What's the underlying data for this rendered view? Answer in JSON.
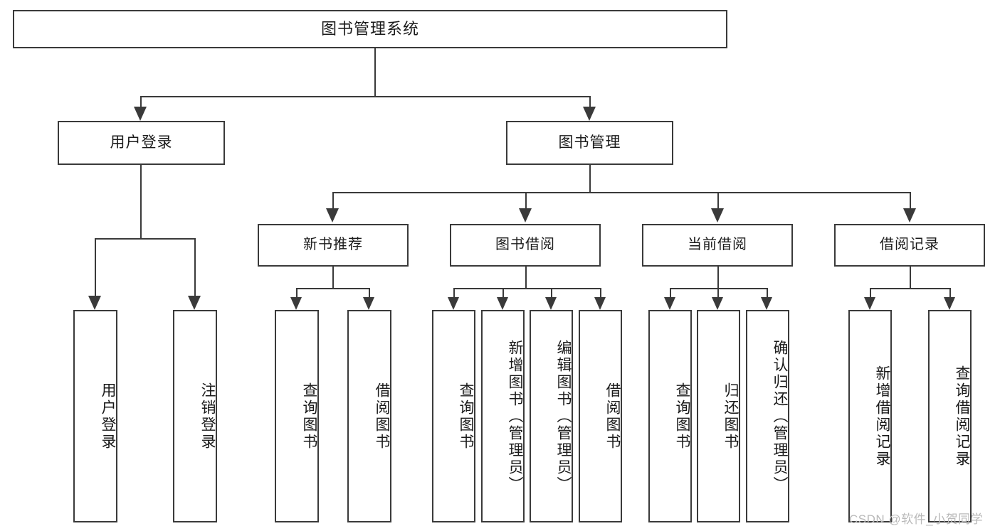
{
  "diagram": {
    "title": "图书管理系统",
    "type": "功能结构图",
    "root": {
      "label": "图书管理系统"
    },
    "level2": [
      {
        "id": "user-login",
        "label": "用户登录"
      },
      {
        "id": "book-management",
        "label": "图书管理"
      }
    ],
    "level3": [
      {
        "id": "new-book-recommend",
        "label": "新书推荐",
        "parent": "book-management"
      },
      {
        "id": "book-borrow",
        "label": "图书借阅",
        "parent": "book-management"
      },
      {
        "id": "current-borrow",
        "label": "当前借阅",
        "parent": "book-management"
      },
      {
        "id": "borrow-record",
        "label": "借阅记录",
        "parent": "book-management"
      }
    ],
    "leaves": [
      {
        "id": "leaf-user-login",
        "label": "用户登录",
        "parent": "user-login"
      },
      {
        "id": "leaf-logout-login",
        "label": "注销登录",
        "parent": "user-login"
      },
      {
        "id": "leaf-query-book-1",
        "label": "查询图书",
        "parent": "new-book-recommend"
      },
      {
        "id": "leaf-borrow-book-1",
        "label": "借阅图书",
        "parent": "new-book-recommend"
      },
      {
        "id": "leaf-query-book-2",
        "label": "查询图书",
        "parent": "book-borrow"
      },
      {
        "id": "leaf-add-book",
        "label": "新增图书（管理员）",
        "parent": "book-borrow"
      },
      {
        "id": "leaf-edit-book",
        "label": "编辑图书（管理员）",
        "parent": "book-borrow"
      },
      {
        "id": "leaf-borrow-book-2",
        "label": "借阅图书",
        "parent": "book-borrow"
      },
      {
        "id": "leaf-query-book-3",
        "label": "查询图书",
        "parent": "current-borrow"
      },
      {
        "id": "leaf-return-book",
        "label": "归还图书",
        "parent": "current-borrow"
      },
      {
        "id": "leaf-confirm-return",
        "label": "确认归还（管理员）",
        "parent": "current-borrow"
      },
      {
        "id": "leaf-add-borrow-record",
        "label": "新增借阅记录",
        "parent": "borrow-record"
      },
      {
        "id": "leaf-query-borrow-record",
        "label": "查询借阅记录",
        "parent": "borrow-record"
      }
    ],
    "watermark": "CSDN @软件_小贺同学",
    "colors": {
      "stroke": "#3a3a3a",
      "background": "#ffffff",
      "text": "#1a1a1a",
      "watermark": "#b9b9b9"
    }
  }
}
